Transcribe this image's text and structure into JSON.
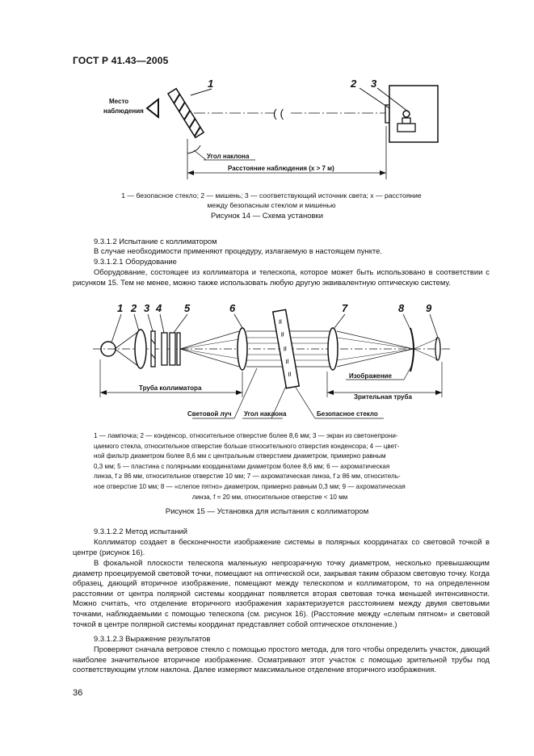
{
  "header": {
    "doc_id": "ГОСТ Р 41.43—2005"
  },
  "fig14": {
    "labels": {
      "n1": "1",
      "n2": "2",
      "n3": "3"
    },
    "observer": [
      "Место",
      "наблюдения"
    ],
    "angle": "Угол наклона",
    "distance": "Расстояние наблюдения (x > 7 м)",
    "legend": [
      "1 — безопасное стекло; 2 — мишень; 3 — соответствующий источник света; x — расстояние",
      "между безопасным стеклом и мишенью"
    ],
    "title": "Рисунок 14 — Схема установки"
  },
  "s9_3_1_2": {
    "heading": "9.3.1.2 Испытание с коллиматором",
    "p1": "В случае необходимости применяют процедуру, излагаемую в настоящем пункте.",
    "heading2": "9.3.1.2.1 Оборудование",
    "p2": "Оборудование, состоящее из коллиматора и телескопа, которое может быть использовано в соответствии с рисунком 15. Тем не менее, можно также использовать любую другую эквивалентную оптическую систему."
  },
  "fig15": {
    "labels": {
      "n1": "1",
      "n2": "2",
      "n3": "3",
      "n4": "4",
      "n5": "5",
      "n6": "6",
      "n7": "7",
      "n8": "8",
      "n9": "9"
    },
    "tube_collimator": "Труба коллиматора",
    "image": "Изображение",
    "sight_tube": "Зрительная труба",
    "light_ray": "Световой луч",
    "angle": "Угол наклона",
    "safety_glass": "Безопасное стекло",
    "legend": [
      "1 — лампочка; 2 — конденсор, относительное отверстие более 8,6 мм; 3 — экран из светонепрони-",
      "цаемого стекла, относительное отверстие больше относительного отверстия конденсора; 4 — цвет-",
      "ной фильтр диаметром более 8,6 мм с центральным отверстием диаметром, примерно равным",
      "0,3 мм; 5 — пластина с полярными координатами диаметром более 8,6 мм; 6 — ахроматическая",
      "линза, f ≥ 86 мм, относительное отверстие 10 мм; 7 — ахроматическая линза, f ≥ 86 мм, относитель-",
      "ное отверстие 10 мм; 8 — «слепое пятно» диаметром, примерно равным 0,3 мм; 9 — ахроматическая",
      "линза, f = 20 мм, относительное отверстие < 10 мм"
    ],
    "title": "Рисунок 15 — Установка для испытания с коллиматором"
  },
  "s9_3_1_2_2": {
    "heading": "9.3.1.2.2 Метод испытаний",
    "p1": "Коллиматор создает в бесконечности изображение системы в полярных координатах со световой точкой в центре (рисунок 16).",
    "p2": "В фокальной плоскости телескопа маленькую непрозрачную точку диаметром, несколько превышающим диаметр проецируемой световой точки, помещают на оптической оси, закрывая таким образом световую точку. Когда образец, дающий вторичное изображение, помещают между телескопом и коллиматором, то на определенном расстоянии от центра полярной системы координат появляется вторая световая точка меньшей интенсивности. Можно считать, что отделение вторичного изображения характеризуется расстоянием между двумя световыми точками, наблюдаемыми с помощью телескопа (см. рисунок 16). (Расстояние между «слепым пятном» и световой точкой в центре полярной системы координат представляет собой оптическое отклонение.)"
  },
  "s9_3_1_2_3": {
    "heading": "9.3.1.2.3 Выражение результатов",
    "p1": "Проверяют сначала ветровое стекло с помощью простого метода, для того чтобы определить участок, дающий наиболее значительное вторичное изображение. Осматривают этот участок с помощью зрительной трубы под соответствующим углом наклона. Далее измеряют максимальное отделение вторичного изображения."
  },
  "footer": {
    "page_number": "36"
  }
}
